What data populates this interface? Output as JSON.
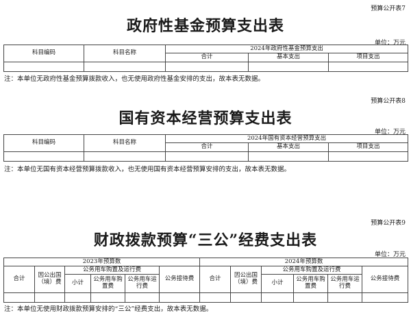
{
  "sections": [
    {
      "tag": "预算公开表7",
      "title": "政府性基金预算支出表",
      "unit": "单位：万元",
      "headers": {
        "code": "科目编码",
        "name": "科目名称",
        "group": "2024年政府性基金预算支出",
        "total": "合计",
        "basic": "基本支出",
        "project": "项目支出"
      },
      "note": "注：本单位无政府性基金预算拨款收入，也无使用政府性基金安排的支出，故本表无数据。"
    },
    {
      "tag": "预算公开表8",
      "title": "国有资本经营预算支出表",
      "unit": "单位：万元",
      "headers": {
        "code": "科目编码",
        "name": "科目名称",
        "group": "2024年国有资本经营预算支出",
        "total": "合计",
        "basic": "基本支出",
        "project": "项目支出"
      },
      "note": "注：本单位无国有资本经营预算拨款收入，也无使用国有资本经营预算安排的支出，故本表无数据。"
    },
    {
      "tag": "预算公开表9",
      "title": "财政拨款预算“三公”经费支出表",
      "unit": "单位：万元",
      "headers": {
        "year2023": "2023年预算数",
        "year2024": "2024年预算数",
        "total": "合计",
        "travel": "因公出国（境）费",
        "vehicle": "公务用车购置及运行费",
        "subtotal": "小计",
        "purchase": "公务用车购置费",
        "operation": "公务用车运行费",
        "reception": "公务接待费"
      },
      "note": "注：本单位无使用财政拨款预算安排的“三公”经费支出，故本表无数据。"
    }
  ]
}
